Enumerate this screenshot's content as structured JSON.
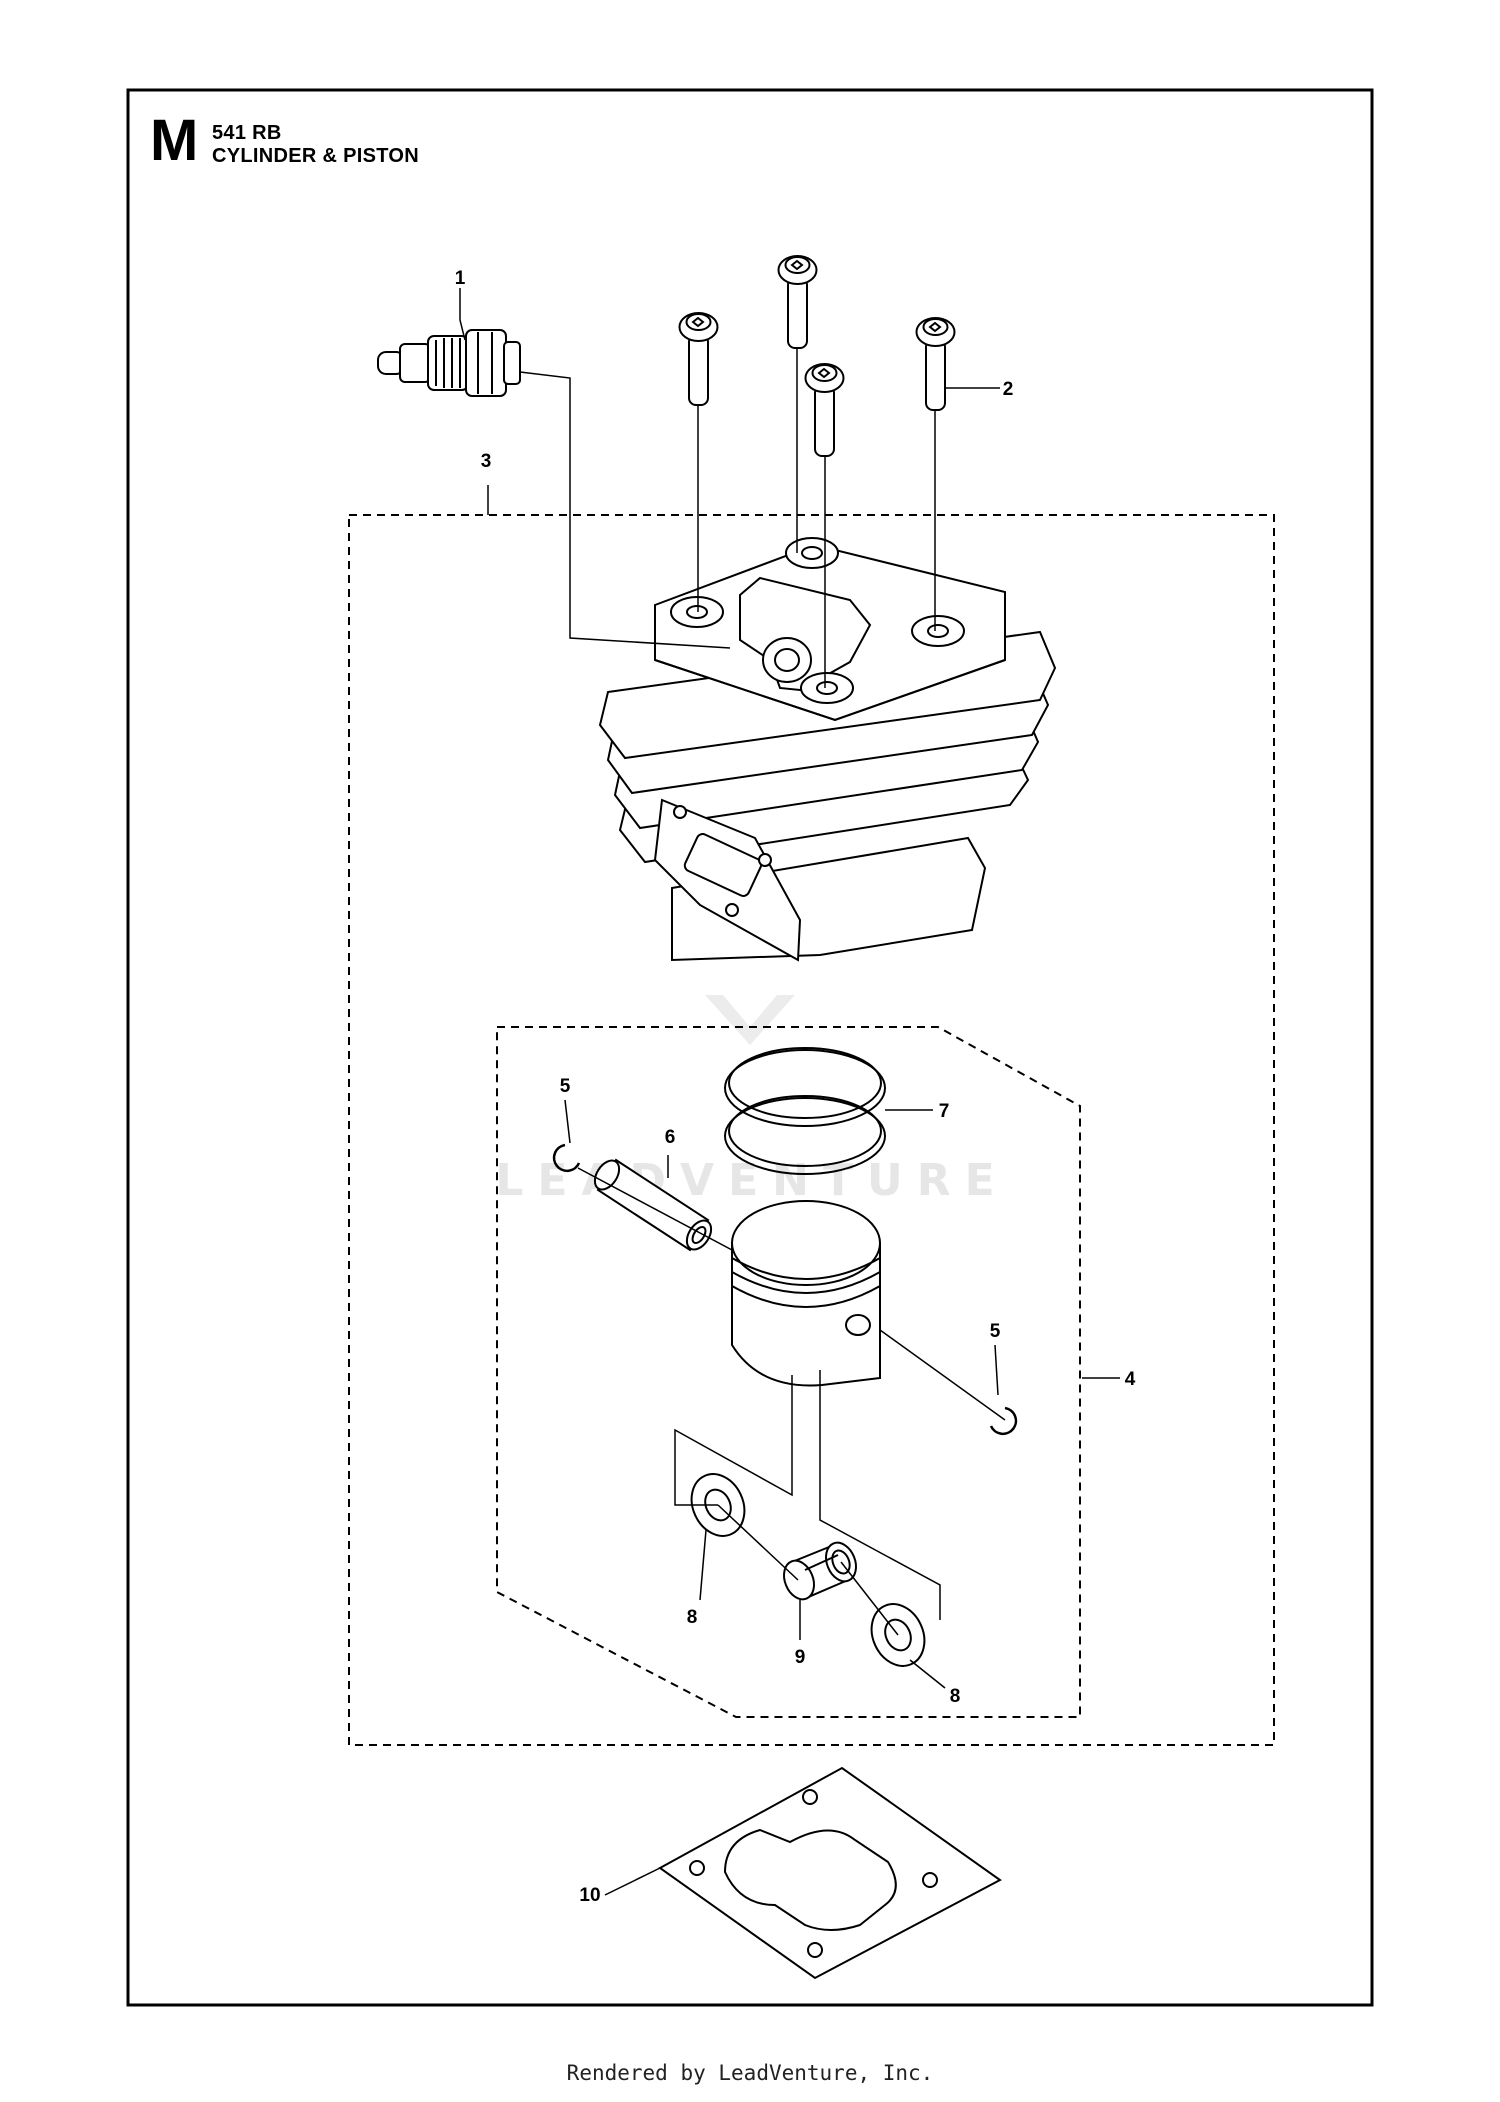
{
  "header": {
    "section_letter": "M",
    "model": "541 RB",
    "title": "CYLINDER & PISTON"
  },
  "watermark": "LEADVENTURE",
  "callouts": {
    "c1": "1",
    "c2": "2",
    "c3": "3",
    "c4": "4",
    "c5a": "5",
    "c5b": "5",
    "c6": "6",
    "c7": "7",
    "c8a": "8",
    "c8b": "8",
    "c9": "9",
    "c10": "10"
  },
  "footer": "Rendered by LeadVenture, Inc."
}
